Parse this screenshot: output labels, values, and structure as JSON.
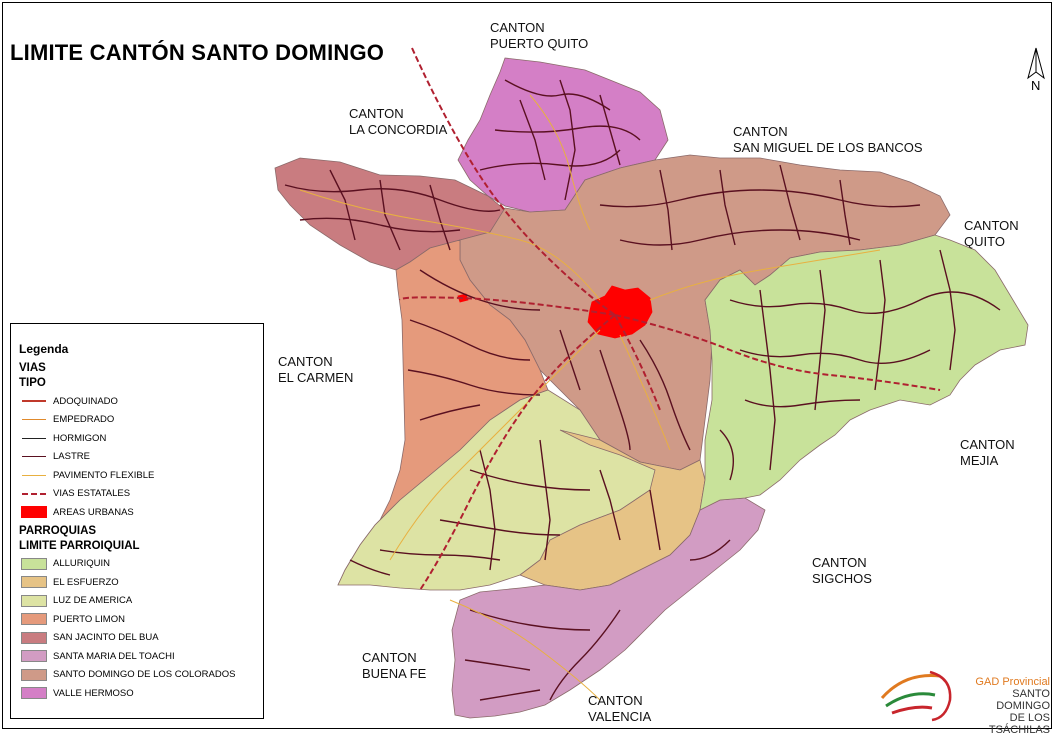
{
  "map": {
    "title": "LIMITE CANTÓN SANTO DOMINGO",
    "north_letter": "N"
  },
  "cantons": {
    "puerto_quito": [
      "CANTON",
      "PUERTO QUITO"
    ],
    "la_concordia": [
      "CANTON",
      "LA CONCORDIA"
    ],
    "san_miguel": [
      "CANTON",
      "SAN MIGUEL DE LOS BANCOS"
    ],
    "quito": [
      "CANTON",
      "QUITO"
    ],
    "el_carmen": [
      "CANTON",
      "EL CARMEN"
    ],
    "mejia": [
      "CANTON",
      "MEJIA"
    ],
    "sigchos": [
      "CANTON",
      "SIGCHOS"
    ],
    "buena_fe": [
      "CANTON",
      "BUENA FE"
    ],
    "valencia": [
      "CANTON",
      "VALENCIA"
    ]
  },
  "legend": {
    "title": "Legenda",
    "vias_heading": "VIAS",
    "tipo_heading": "TIPO",
    "vias": [
      {
        "label": "ADOQUINADO",
        "color": "#c0392b",
        "style": "solid-thick"
      },
      {
        "label": "EMPEDRADO",
        "color": "#e08a2c",
        "style": "solid"
      },
      {
        "label": "HORMIGON",
        "color": "#222222",
        "style": "solid"
      },
      {
        "label": "LASTRE",
        "color": "#5a1020",
        "style": "solid"
      },
      {
        "label": "PAVIMENTO FLEXIBLE",
        "color": "#e8b040",
        "style": "solid"
      },
      {
        "label": "VIAS ESTATALES",
        "color": "#b02030",
        "style": "dashed"
      },
      {
        "label": "AREAS URBANAS",
        "color": "#ff0000",
        "style": "box"
      }
    ],
    "parroquias_heading": "PARROQUIAS",
    "limite_heading": "LIMITE PARROIQUIAL",
    "parroquias": [
      {
        "label": "ALLURIQUIN",
        "color": "#c8e29a"
      },
      {
        "label": "EL ESFUERZO",
        "color": "#e6c386"
      },
      {
        "label": "LUZ DE AMERICA",
        "color": "#dde3a4"
      },
      {
        "label": "PUERTO LIMON",
        "color": "#e59a7c"
      },
      {
        "label": "SAN JACINTO DEL BUA",
        "color": "#c97c80"
      },
      {
        "label": "SANTA MARIA DEL TOACHI",
        "color": "#d29cc3"
      },
      {
        "label": "SANTO DOMINGO DE LOS COLORADOS",
        "color": "#cf9a88"
      },
      {
        "label": "VALLE HERMOSO",
        "color": "#d47fc6"
      }
    ]
  },
  "logo": {
    "line1": "GAD Provincial",
    "line2": "SANTO DOMINGO",
    "line3": "DE LOS TSÁCHILAS"
  }
}
